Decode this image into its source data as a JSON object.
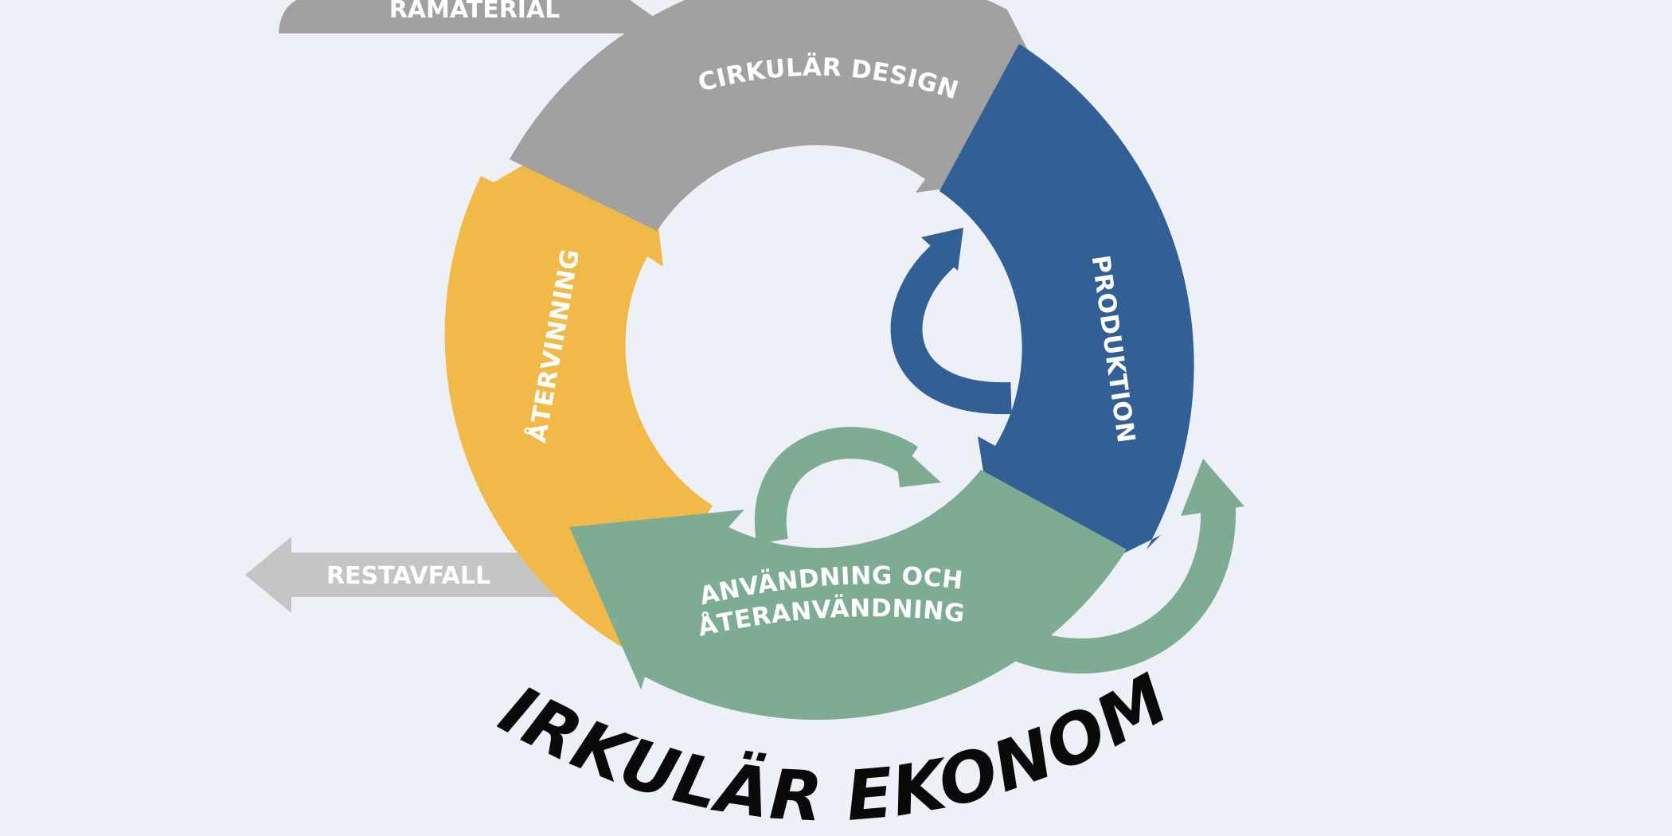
{
  "title": "CIRKULÄR EKONOMI",
  "colors": {
    "background": "#edf1f7",
    "grey": "#a0a1a0",
    "light_grey": "#c4c5c4",
    "blue": "#325f94",
    "green": "#7eac92",
    "yellow": "#f1ba48"
  },
  "segments": [
    {
      "id": "design",
      "label": "CIRKULÄR DESIGN",
      "color": "#a0a1a0"
    },
    {
      "id": "produktion",
      "label": "PRODUKTION",
      "color": "#325f94"
    },
    {
      "id": "anvandning",
      "label_line1": "ANVÄNDNING OCH",
      "label_line2": "ÅTERANVÄNDNING",
      "color": "#7eac92"
    },
    {
      "id": "atervinning",
      "label": "ÅTERVINNING",
      "color": "#f1ba48"
    }
  ],
  "inflow": {
    "label": "RÅMATERIAL"
  },
  "outflow": {
    "label": "RESTAVFALL"
  }
}
